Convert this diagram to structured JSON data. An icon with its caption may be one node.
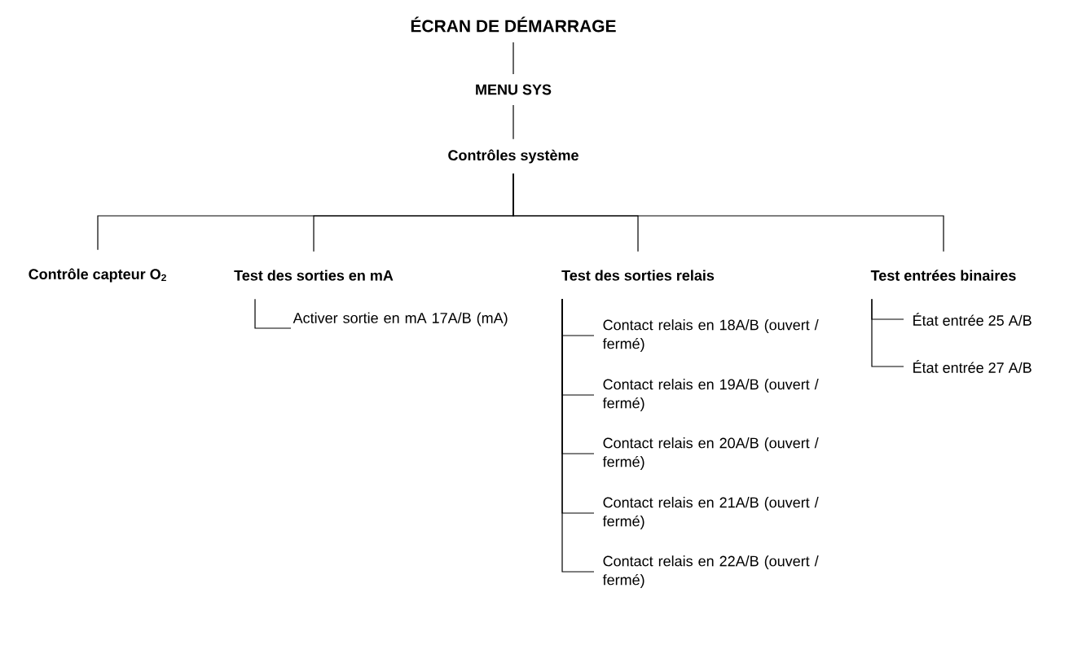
{
  "diagram": {
    "nodes": [
      {
        "text": [
          "ÉCRAN DE DÉMARRAGE"
        ]
      },
      {
        "text": [
          "MENU SYS"
        ]
      },
      {
        "text": [
          "Contrôles système"
        ]
      },
      {
        "text": [
          "Contrôle capteur O$_{2}$"
        ]
      },
      {
        "text": [
          "Test des sorties en mA"
        ]
      },
      {
        "text": [
          "Test des sorties relais"
        ]
      },
      {
        "text": [
          "Test entrées binaires"
        ]
      },
      {
        "text": [
          "Activer sortie en mA 17A/B (mA)"
        ]
      },
      {
        "text": [
          "Contact relais en 18A/B (ouvert / fermé)"
        ]
      },
      {
        "text": [
          "Contact relais en 19A/B (ouvert / fermé)"
        ]
      },
      {
        "text": [
          "Contact relais en 20A/B (ouvert / fermé)"
        ]
      },
      {
        "text": [
          "Contact relais en 21A/B (ouvert / fermé)"
        ]
      },
      {
        "text": [
          "Contact relais en 22A/B (ouvert / fermé)"
        ]
      },
      {
        "text": [
          "État entrée 25 A/B"
        ]
      },
      {
        "text": [
          "État entrée 27 A/B"
        ]
      }
    ],
    "edges": [
      {
        "from": 0,
        "to": 1,
        "arrow": "none"
      },
      {
        "from": 1,
        "to": 2,
        "arrow": "none"
      },
      {
        "from": 2,
        "to": 3,
        "arrow": "none"
      },
      {
        "from": 2,
        "to": 4,
        "arrow": "none"
      },
      {
        "from": 2,
        "to": 5,
        "arrow": "none"
      },
      {
        "from": 2,
        "to": 6,
        "arrow": "none"
      },
      {
        "from": 4,
        "to": 7,
        "arrow": "none"
      },
      {
        "from": 5,
        "to": 8,
        "arrow": "none"
      },
      {
        "from": 5,
        "to": 9,
        "arrow": "none"
      },
      {
        "from": 5,
        "to": 10,
        "arrow": "none"
      },
      {
        "from": 5,
        "to": 11,
        "arrow": "none"
      },
      {
        "from": 5,
        "to": 12,
        "arrow": "none"
      },
      {
        "from": 6,
        "to": 13,
        "arrow": "none"
      },
      {
        "from": 6,
        "to": 14,
        "arrow": "none"
      }
    ]
  }
}
